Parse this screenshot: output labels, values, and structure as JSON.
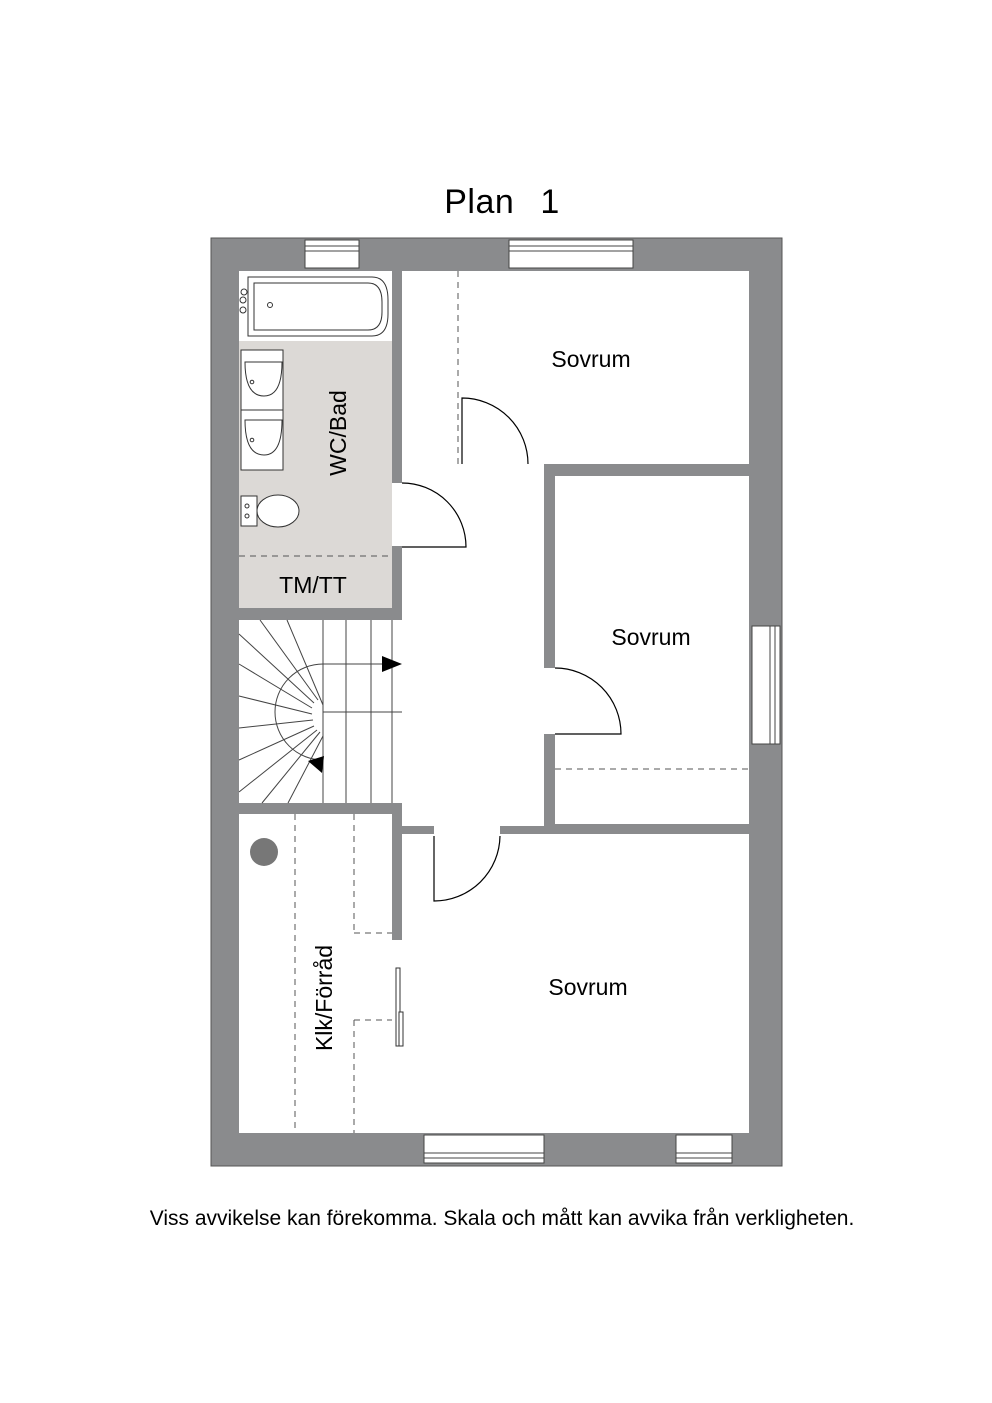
{
  "plan": {
    "title": "Plan",
    "number": "1"
  },
  "rooms": {
    "bedroom_top": "Sovrum",
    "bedroom_middle": "Sovrum",
    "bedroom_bottom": "Sovrum",
    "bathroom": "WC/Bad",
    "laundry": "TM/TT",
    "storage": "Klk/Förråd"
  },
  "colors": {
    "wall": "#8a8b8d",
    "bathroom_floor": "#dcd9d6",
    "boiler": "#777777"
  },
  "disclaimer": "Viss avvikelse kan förekomma. Skala och mått kan avvika från verkligheten."
}
